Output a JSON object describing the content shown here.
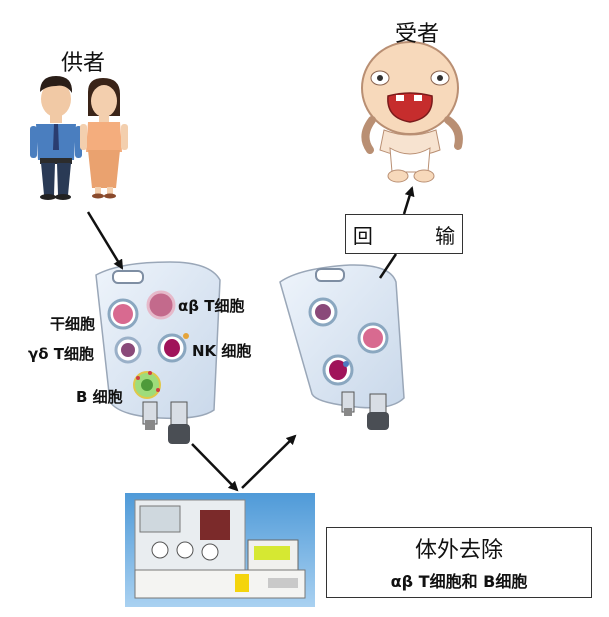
{
  "donor_label": "供者",
  "recipient_label": "受者",
  "cell_labels": {
    "stem": "干细胞",
    "ab_t": "αβ T细胞",
    "gd_t": "γδ T细胞",
    "nk": "NK 细胞",
    "b": "B 细胞"
  },
  "infusion_label": "回 输",
  "depletion": {
    "title": "体外去除",
    "subtitle": "αβ T细胞和 B细胞"
  }
}
